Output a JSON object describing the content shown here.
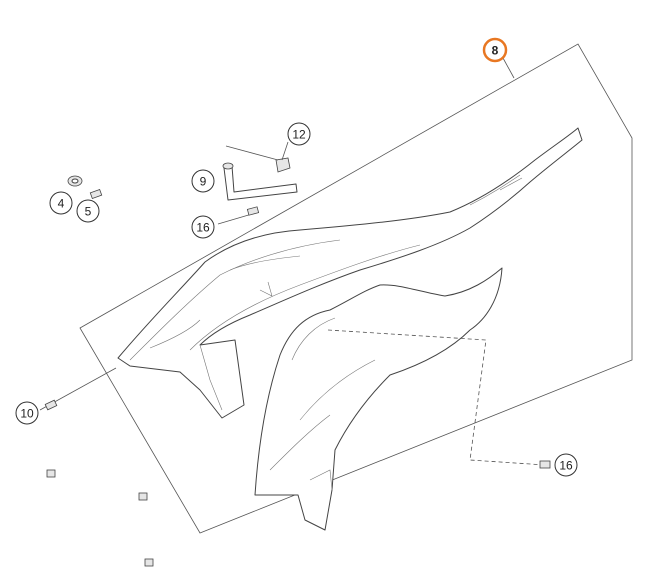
{
  "highlight_color": "#e87722",
  "callouts": [
    {
      "id": "c8",
      "label": "8",
      "highlighted": true
    },
    {
      "id": "c12",
      "label": "12",
      "highlighted": false
    },
    {
      "id": "c9",
      "label": "9",
      "highlighted": false
    },
    {
      "id": "c4",
      "label": "4",
      "highlighted": false
    },
    {
      "id": "c5",
      "label": "5",
      "highlighted": false
    },
    {
      "id": "c16a",
      "label": "16",
      "highlighted": false
    },
    {
      "id": "c10",
      "label": "10",
      "highlighted": false
    },
    {
      "id": "c16b",
      "label": "16",
      "highlighted": false
    }
  ]
}
